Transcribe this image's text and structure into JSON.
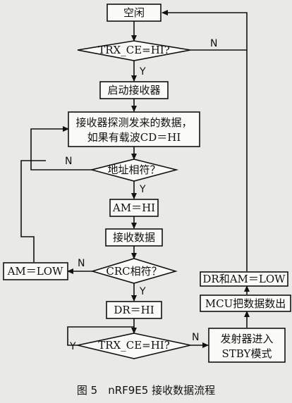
{
  "nodes": {
    "idle": "空闲",
    "check_trx_ce_1": "TRX_CE=HI?",
    "start_receiver": "启动接收器",
    "detect_line1": "接收器探测发来的数据，",
    "detect_line2": "如果有载波CD＝HI",
    "address_match": "地址相符？",
    "am_hi": "AM＝HI",
    "receive_data": "接收数据",
    "crc_match": "CRC相符？",
    "am_low": "AM＝LOW",
    "dr_hi": "DR＝HI",
    "check_trx_ce_2": "TRX_CE=HI?",
    "transmitter_line1": "发射器进入",
    "transmitter_line2": "STBY模式",
    "mcu_read": "MCU把数据数出",
    "dr_am_low": "DR和AM＝LOW"
  },
  "edge_labels": {
    "trx1_no": "N",
    "trx1_yes": "Y",
    "addr_no": "N",
    "addr_yes": "Y",
    "crc_no": "N",
    "crc_yes": "Y",
    "trx2_yes": "Y",
    "trx2_no": "N"
  },
  "caption": "图 5　nRF9E5 接收数据流程"
}
